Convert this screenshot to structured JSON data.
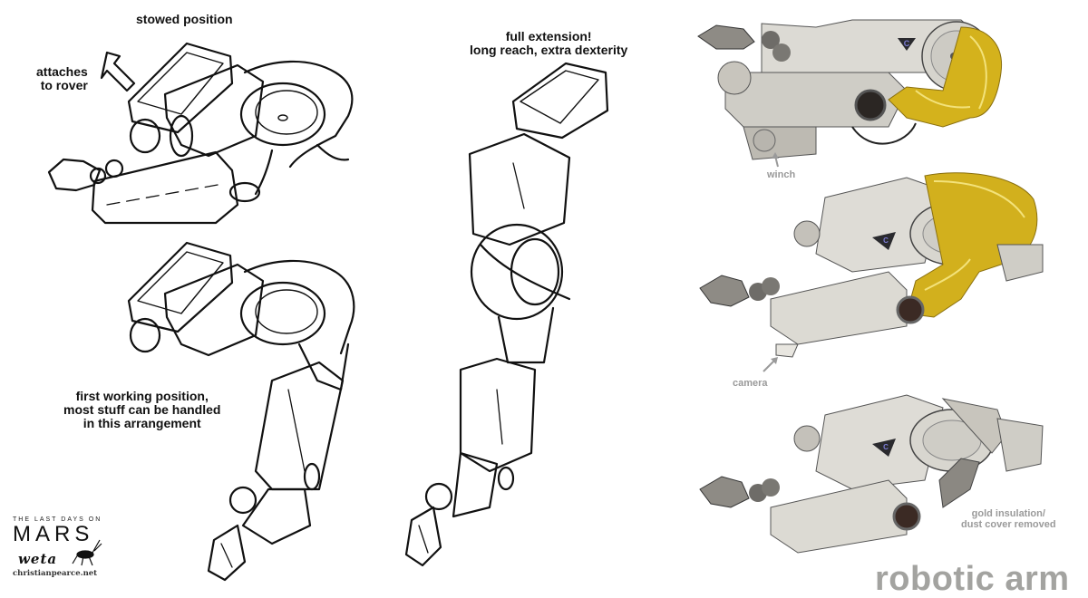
{
  "sheet": {
    "title": "robotic arm",
    "colors": {
      "background": "#ffffff",
      "sketch_ink": "#111111",
      "annotation_grey": "#9a9a9a",
      "title_grey": "#a3a3a0",
      "metal_light": "#e2e0da",
      "metal_mid": "#c6c3bb",
      "metal_dark": "#6e6c68",
      "gold_foil": "#d4b21c",
      "emblem_dark": "#2a2a2e",
      "emblem_accent": "#7d7dd6"
    }
  },
  "sketches": {
    "stowed": {
      "caption": "stowed position",
      "note": "attaches\nto rover",
      "arrow_icon": "up-left-arrow"
    },
    "first_working": {
      "caption_lines": [
        "first working position,",
        "most stuff can be handled",
        "in this arrangement"
      ]
    },
    "full_extension": {
      "caption_lines": [
        "full extension!",
        "long reach, extra dexterity"
      ]
    }
  },
  "renders": {
    "top": {
      "callout": "winch",
      "emblem": "C"
    },
    "middle": {
      "callout": "camera",
      "emblem": "C"
    },
    "bottom": {
      "callout_lines": [
        "gold insulation/",
        "dust cover removed"
      ],
      "emblem": "C"
    }
  },
  "credits": {
    "film_tagline": "THE LAST DAYS ON",
    "film_title": "MARS",
    "studio": "weta",
    "website": "christianpearce.net"
  }
}
